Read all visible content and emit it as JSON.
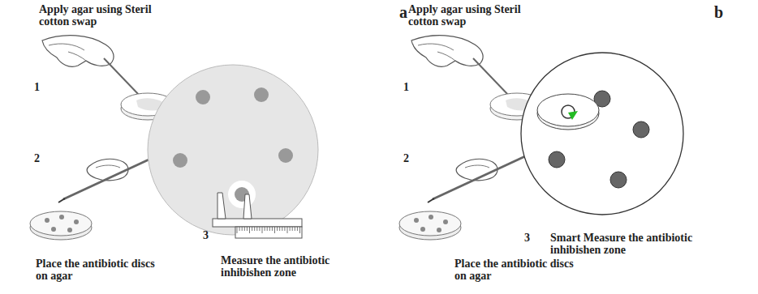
{
  "diagram": {
    "labels": [
      "a",
      "Apply agar using Steril cotton swap",
      "1",
      "2",
      "Place the antibiotic discs on agar",
      "3",
      "Measure the antibiotic inhibishen zone",
      "b",
      "Apply agar using Steril cotton swap",
      "1",
      "2",
      "Place the antibiotic discs on agar",
      "3",
      "Smart Measure the antibiotic inhibishen zone"
    ]
  }
}
